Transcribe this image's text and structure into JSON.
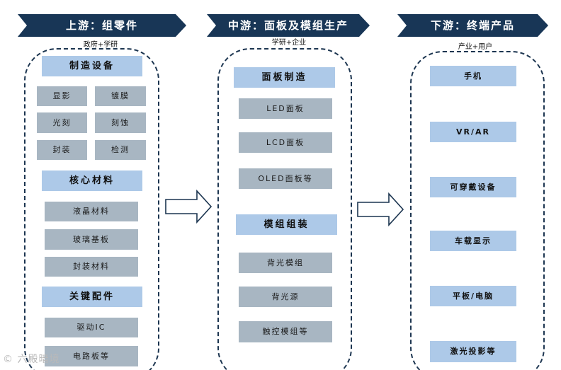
{
  "upstream": {
    "title": "上游：组零件",
    "participants": "政府+学研",
    "sections": [
      {
        "header": "制造设备",
        "items": [
          "显影",
          "镀膜",
          "光刻",
          "刻蚀",
          "封装",
          "检测"
        ]
      },
      {
        "header": "核心材料",
        "items": [
          "液晶材料",
          "玻璃基板",
          "封装材料"
        ]
      },
      {
        "header": "关键配件",
        "items": [
          "驱动IC",
          "电路板等"
        ]
      }
    ]
  },
  "midstream": {
    "title": "中游：面板及模组生产",
    "participants": "学研+企业",
    "sections": [
      {
        "header": "面板制造",
        "items": [
          "LED面板",
          "LCD面板",
          "OLED面板等"
        ]
      },
      {
        "header": "模组组装",
        "items": [
          "背光模组",
          "背光源",
          "触控模组等"
        ]
      }
    ]
  },
  "downstream": {
    "title": "下游：终端产品",
    "participants": "产业+用户",
    "items": [
      "手机",
      "VR/AR",
      "可穿戴设备",
      "车载显示",
      "平板/电脑",
      "激光投影等"
    ]
  },
  "watermark": "六殿暗境",
  "colors": {
    "banner": "#183656",
    "header": "#adc9e8",
    "box": "#a8b6c2",
    "frame": "#1c3550"
  }
}
